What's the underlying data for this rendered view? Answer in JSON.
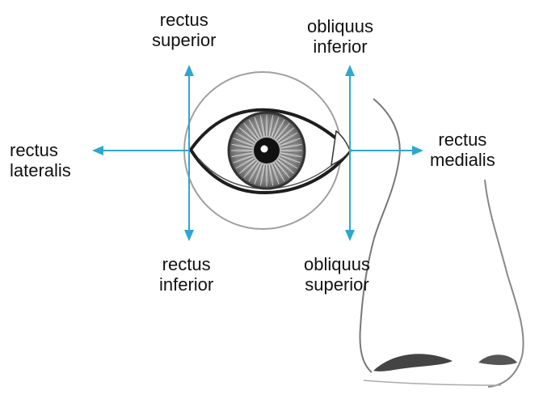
{
  "colors": {
    "arrow": "#2ea7cf",
    "outline": "#333333",
    "faint_outline": "#9a9a9a",
    "iris": "#8f8f8f",
    "pupil": "#111111",
    "text": "#111111"
  },
  "labels": {
    "rectus_superior": [
      "rectus",
      "superior"
    ],
    "obliquus_inferior": [
      "obliquus",
      "inferior"
    ],
    "rectus_lateralis": [
      "rectus",
      "lateralis"
    ],
    "rectus_medialis": [
      "rectus",
      "medialis"
    ],
    "rectus_inferior": [
      "rectus",
      "inferior"
    ],
    "obliquus_superior": [
      "obliquus",
      "superior"
    ]
  }
}
